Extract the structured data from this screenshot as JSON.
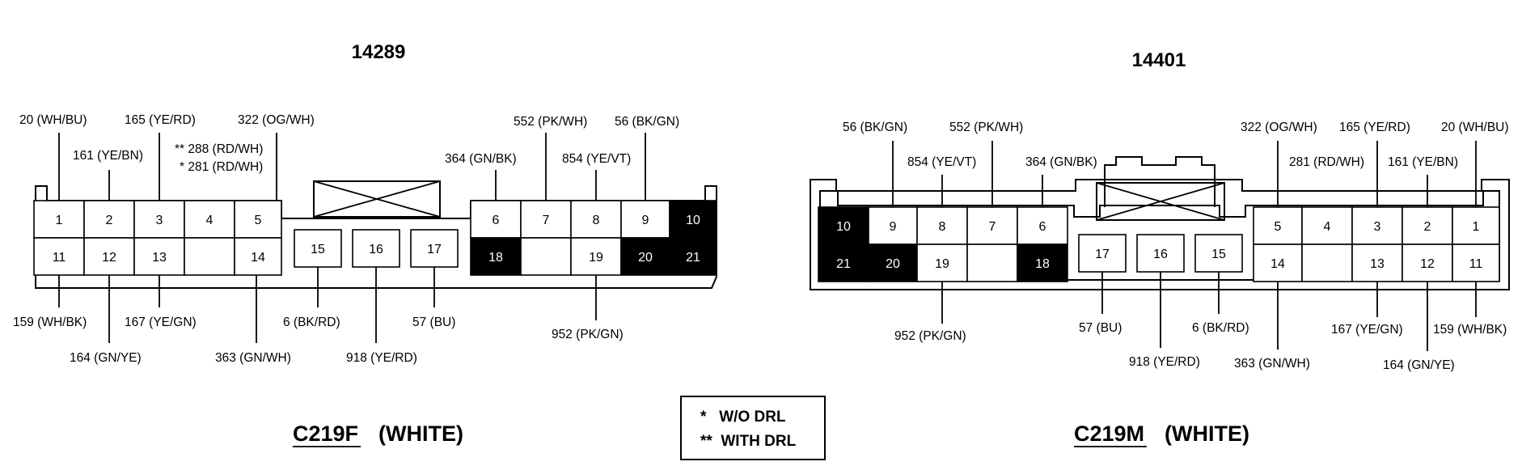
{
  "legend": {
    "line1": "*   W/O DRL",
    "line2": "**  WITH DRL"
  },
  "connectors": [
    {
      "id": "left",
      "part_number": "14289",
      "name": "C219F",
      "color_label": "(WHITE)",
      "pins": [
        {
          "num": "1",
          "shaded": false
        },
        {
          "num": "2",
          "shaded": false
        },
        {
          "num": "3",
          "shaded": false
        },
        {
          "num": "4",
          "shaded": false
        },
        {
          "num": "5",
          "shaded": false
        },
        {
          "num": "6",
          "shaded": false
        },
        {
          "num": "7",
          "shaded": false
        },
        {
          "num": "8",
          "shaded": false
        },
        {
          "num": "9",
          "shaded": false
        },
        {
          "num": "10",
          "shaded": true
        },
        {
          "num": "11",
          "shaded": false
        },
        {
          "num": "12",
          "shaded": false
        },
        {
          "num": "13",
          "shaded": false
        },
        {
          "num": "14",
          "shaded": false
        },
        {
          "num": "15",
          "shaded": false
        },
        {
          "num": "16",
          "shaded": false
        },
        {
          "num": "17",
          "shaded": false
        },
        {
          "num": "18",
          "shaded": true
        },
        {
          "num": "19",
          "shaded": false
        },
        {
          "num": "20",
          "shaded": true
        },
        {
          "num": "21",
          "shaded": true
        }
      ],
      "wire_labels": [
        "20 (WH/BU)",
        "161 (YE/BN)",
        "165 (YE/RD)",
        "** 288 (RD/WH)",
        "* 281 (RD/WH)",
        "322 (OG/WH)",
        "364 (GN/BK)",
        "552 (PK/WH)",
        "854 (YE/VT)",
        "56 (BK/GN)",
        "159 (WH/BK)",
        "164 (GN/YE)",
        "167 (YE/GN)",
        "363 (GN/WH)",
        "6 (BK/RD)",
        "918 (YE/RD)",
        "57 (BU)",
        "952 (PK/GN)"
      ]
    },
    {
      "id": "right",
      "part_number": "14401",
      "name": "C219M",
      "color_label": "(WHITE)",
      "pins": [
        {
          "num": "10",
          "shaded": true
        },
        {
          "num": "9",
          "shaded": false
        },
        {
          "num": "8",
          "shaded": false
        },
        {
          "num": "7",
          "shaded": false
        },
        {
          "num": "6",
          "shaded": false
        },
        {
          "num": "5",
          "shaded": false
        },
        {
          "num": "4",
          "shaded": false
        },
        {
          "num": "3",
          "shaded": false
        },
        {
          "num": "2",
          "shaded": false
        },
        {
          "num": "1",
          "shaded": false
        },
        {
          "num": "21",
          "shaded": true
        },
        {
          "num": "20",
          "shaded": true
        },
        {
          "num": "19",
          "shaded": false
        },
        {
          "num": "18",
          "shaded": true
        },
        {
          "num": "17",
          "shaded": false
        },
        {
          "num": "16",
          "shaded": false
        },
        {
          "num": "15",
          "shaded": false
        },
        {
          "num": "14",
          "shaded": false
        },
        {
          "num": "13",
          "shaded": false
        },
        {
          "num": "12",
          "shaded": false
        },
        {
          "num": "11",
          "shaded": false
        }
      ],
      "wire_labels": [
        "56 (BK/GN)",
        "854 (YE/VT)",
        "552 (PK/WH)",
        "364 (GN/BK)",
        "322 (OG/WH)",
        "281 (RD/WH)",
        "165 (YE/RD)",
        "161 (YE/BN)",
        "20 (WH/BU)",
        "952 (PK/GN)",
        "57 (BU)",
        "918 (YE/RD)",
        "6 (BK/RD)",
        "363 (GN/WH)",
        "167 (YE/GN)",
        "164 (GN/YE)",
        "159 (WH/BK)"
      ]
    }
  ]
}
